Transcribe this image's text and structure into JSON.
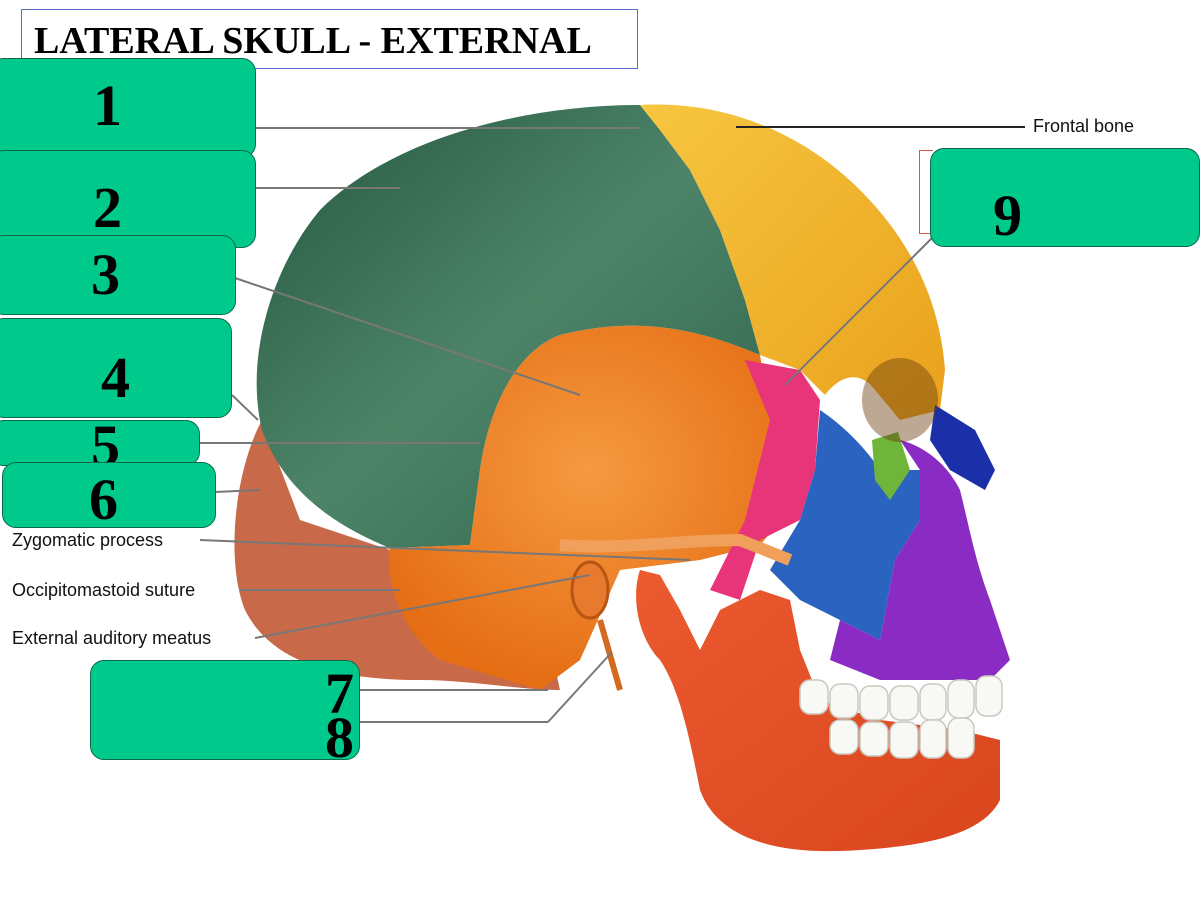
{
  "title": "LATERAL SKULL - EXTERNAL",
  "labels": {
    "frontal": "Frontal bone",
    "zygomatic": "Zygomatic process",
    "occipitomastoid": "Occipitomastoid suture",
    "auditory": "External auditory meatus"
  },
  "boxes": [
    {
      "id": "1",
      "number": "1"
    },
    {
      "id": "2",
      "number": "2"
    },
    {
      "id": "3",
      "number": "3"
    },
    {
      "id": "4",
      "number": "4"
    },
    {
      "id": "5",
      "number": "5"
    },
    {
      "id": "6",
      "number": "6"
    },
    {
      "id": "7",
      "number": "7"
    },
    {
      "id": "8",
      "number": "8"
    },
    {
      "id": "9",
      "number": "9"
    }
  ],
  "colors": {
    "box_fill": "#00c98c",
    "parietal": "#2f6a4e",
    "frontal": "#f2b22a",
    "temporal": "#ef7a1c",
    "occipital": "#c45e3c",
    "sphenoid": "#e8357a",
    "zygomatic": "#2a63c0",
    "maxilla": "#8a2bc4",
    "nasal": "#1a2fa8",
    "mandible": "#e2502a",
    "lacrimal": "#6fb53a"
  }
}
